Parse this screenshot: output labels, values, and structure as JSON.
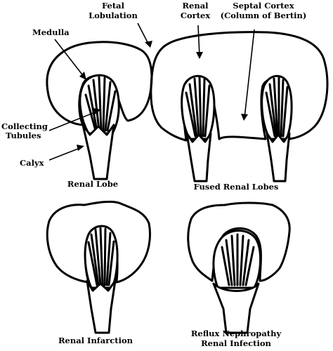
{
  "labels": {
    "fetal_lobulation_1": "Fetal",
    "fetal_lobulation_2": "Lobulation",
    "renal_cortex_1": "Renal",
    "renal_cortex_2": "Cortex",
    "septal_cortex_1": "Septal Cortex",
    "septal_cortex_2": "(Column of Bertin)",
    "medulla": "Medulla",
    "collecting_tubules_1": "Collecting",
    "collecting_tubules_2": "Tubules",
    "calyx": "Calyx",
    "renal_lobe": "Renal Lobe",
    "fused_renal_lobes": "Fused Renal Lobes",
    "renal_infarction": "Renal Infarction",
    "reflux_1": "Reflux Nephropathy",
    "reflux_2": "Renal Infection"
  },
  "colors": {
    "stroke": "#000000",
    "background": "#ffffff"
  }
}
